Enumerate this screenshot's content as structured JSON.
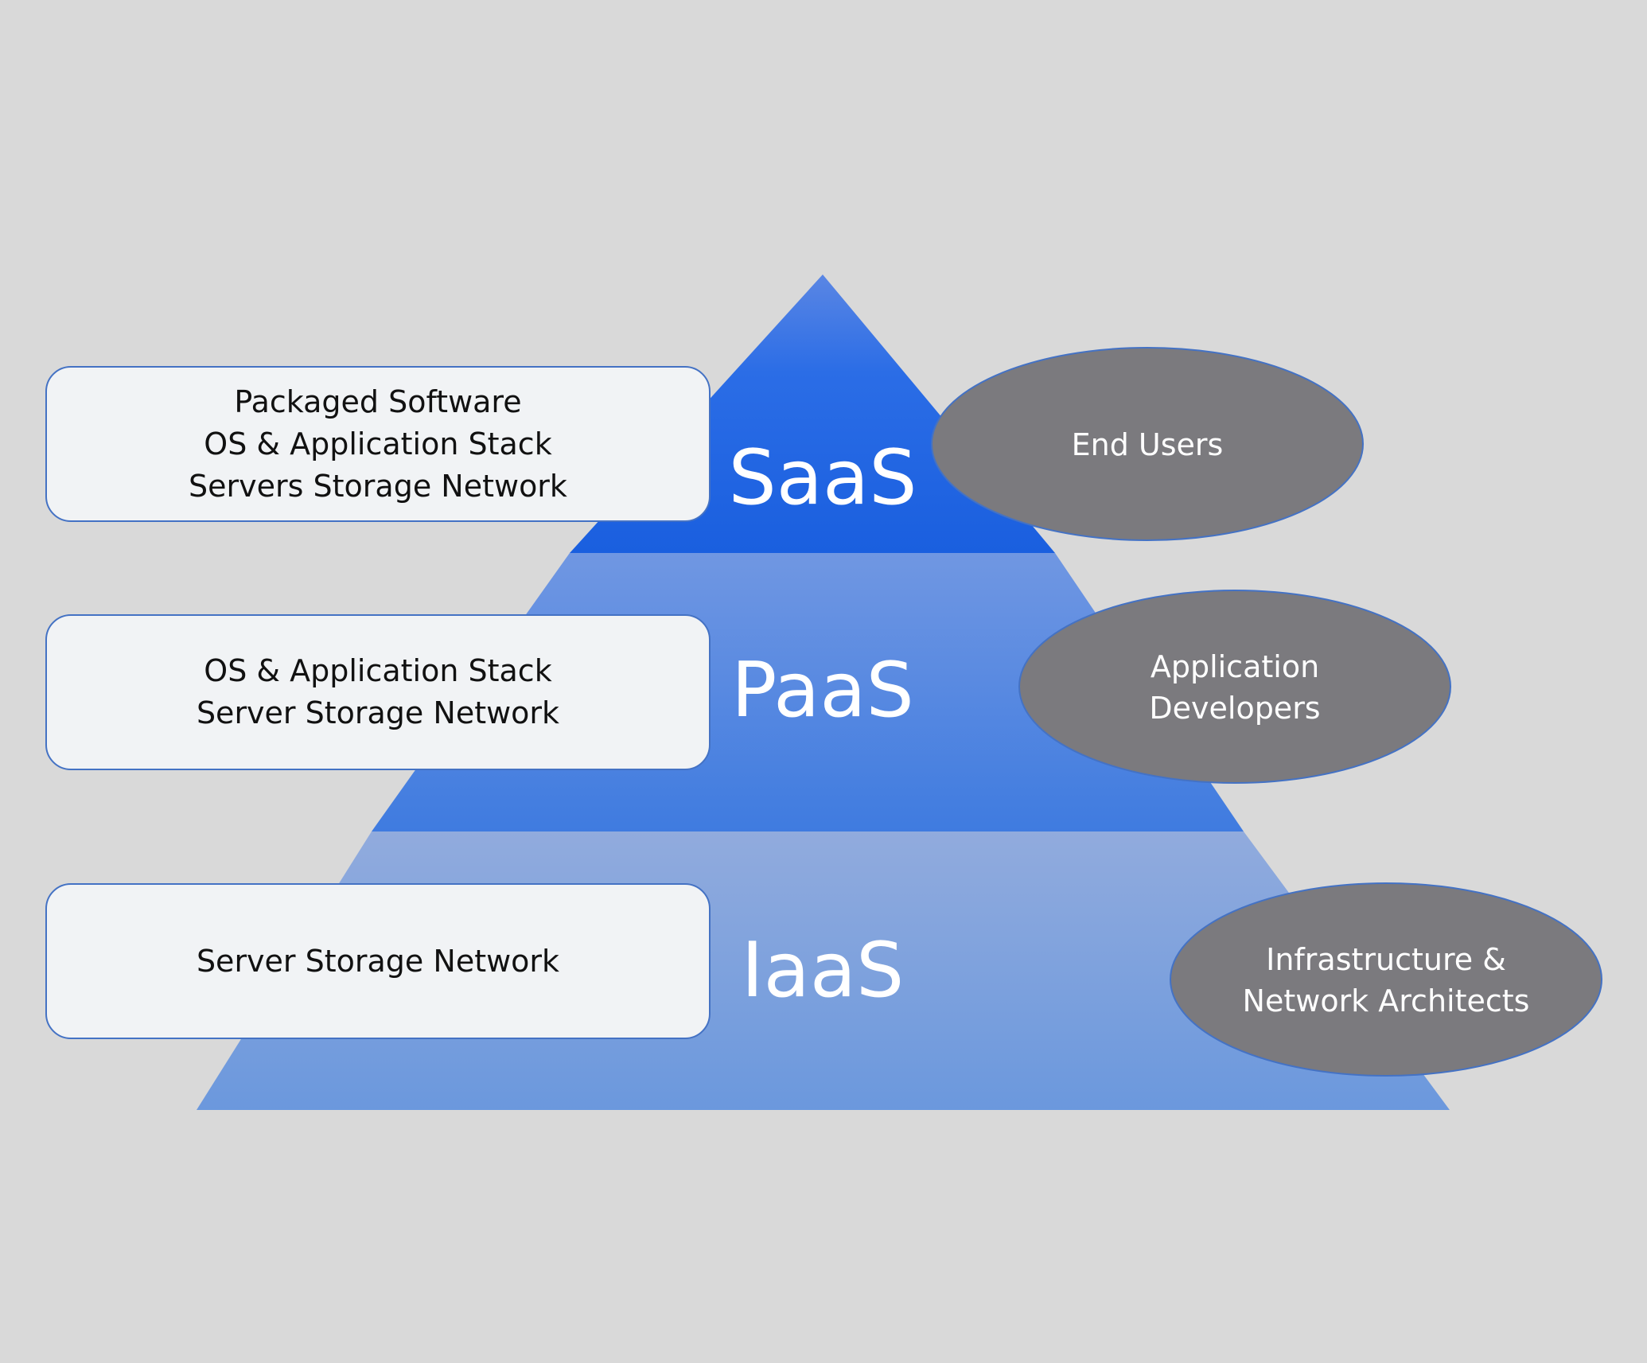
{
  "colors": {
    "background": "#d9d9d9",
    "saas_fill": "#1e63e1",
    "paas_fill": "#4a82e0",
    "iaas_fill": "#7ea2e0",
    "ellipse_fill": "#7b7a7e",
    "box_fill": "#f1f3f5",
    "border": "#4472c4"
  },
  "tiers": [
    {
      "id": "saas",
      "label": "SaaS",
      "stack_lines": [
        "Packaged Software",
        "OS & Application Stack",
        "Servers Storage Network"
      ],
      "audience_lines": [
        "End Users"
      ]
    },
    {
      "id": "paas",
      "label": "PaaS",
      "stack_lines": [
        "OS & Application Stack",
        "Server Storage Network"
      ],
      "audience_lines": [
        "Application",
        "Developers"
      ]
    },
    {
      "id": "iaas",
      "label": "IaaS",
      "stack_lines": [
        "Server Storage Network"
      ],
      "audience_lines": [
        "Infrastructure &",
        "Network Architects"
      ]
    }
  ]
}
